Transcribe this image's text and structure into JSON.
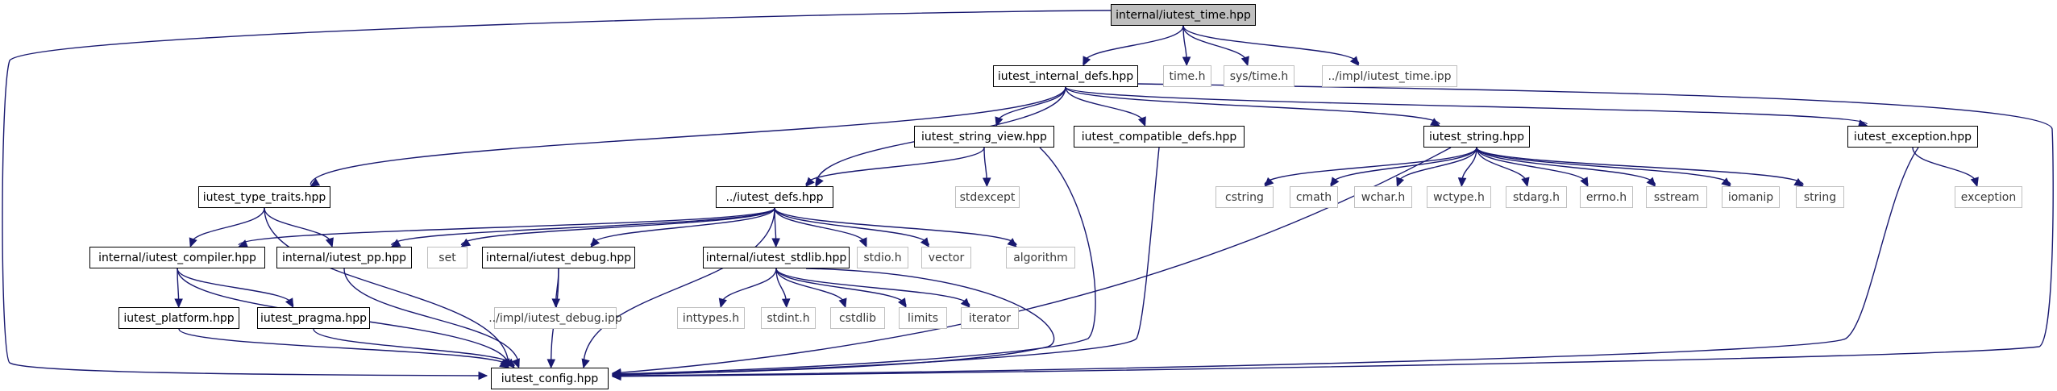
{
  "graph": {
    "title": "",
    "edge_color": "#191970",
    "root_fill": "#bfbfbf",
    "nodes": [
      {
        "id": "root",
        "label": "internal/iutest_time.hpp",
        "kind": "root"
      },
      {
        "id": "internal_defs",
        "label": "iutest_internal_defs.hpp",
        "kind": "local"
      },
      {
        "id": "time_h",
        "label": "time.h",
        "kind": "external"
      },
      {
        "id": "sys_time",
        "label": "sys/time.h",
        "kind": "external"
      },
      {
        "id": "impl_time",
        "label": "../impl/iutest_time.ipp",
        "kind": "external"
      },
      {
        "id": "string_view",
        "label": "iutest_string_view.hpp",
        "kind": "local"
      },
      {
        "id": "compatible_defs",
        "label": "iutest_compatible_defs.hpp",
        "kind": "local"
      },
      {
        "id": "string_hpp",
        "label": "iutest_string.hpp",
        "kind": "local"
      },
      {
        "id": "exception_hpp",
        "label": "iutest_exception.hpp",
        "kind": "local"
      },
      {
        "id": "type_traits",
        "label": "iutest_type_traits.hpp",
        "kind": "local"
      },
      {
        "id": "defs",
        "label": "../iutest_defs.hpp",
        "kind": "local"
      },
      {
        "id": "stdexcept",
        "label": "stdexcept",
        "kind": "external"
      },
      {
        "id": "cstring",
        "label": "cstring",
        "kind": "external"
      },
      {
        "id": "cmath",
        "label": "cmath",
        "kind": "external"
      },
      {
        "id": "wchar_h",
        "label": "wchar.h",
        "kind": "external"
      },
      {
        "id": "wctype_h",
        "label": "wctype.h",
        "kind": "external"
      },
      {
        "id": "stdarg_h",
        "label": "stdarg.h",
        "kind": "external"
      },
      {
        "id": "errno_h",
        "label": "errno.h",
        "kind": "external"
      },
      {
        "id": "sstream",
        "label": "sstream",
        "kind": "external"
      },
      {
        "id": "iomanip",
        "label": "iomanip",
        "kind": "external"
      },
      {
        "id": "string_std",
        "label": "string",
        "kind": "external"
      },
      {
        "id": "exception_std",
        "label": "exception",
        "kind": "external"
      },
      {
        "id": "compiler",
        "label": "internal/iutest_compiler.hpp",
        "kind": "local"
      },
      {
        "id": "pp",
        "label": "internal/iutest_pp.hpp",
        "kind": "local"
      },
      {
        "id": "set",
        "label": "set",
        "kind": "external"
      },
      {
        "id": "debug",
        "label": "internal/iutest_debug.hpp",
        "kind": "local"
      },
      {
        "id": "stdlib_hpp",
        "label": "internal/iutest_stdlib.hpp",
        "kind": "local"
      },
      {
        "id": "stdio_h",
        "label": "stdio.h",
        "kind": "external"
      },
      {
        "id": "vector",
        "label": "vector",
        "kind": "external"
      },
      {
        "id": "algorithm",
        "label": "algorithm",
        "kind": "external"
      },
      {
        "id": "platform",
        "label": "iutest_platform.hpp",
        "kind": "local"
      },
      {
        "id": "pragma",
        "label": "iutest_pragma.hpp",
        "kind": "local"
      },
      {
        "id": "impl_debug",
        "label": "../impl/iutest_debug.ipp",
        "kind": "external"
      },
      {
        "id": "inttypes_h",
        "label": "inttypes.h",
        "kind": "external"
      },
      {
        "id": "stdint_h",
        "label": "stdint.h",
        "kind": "external"
      },
      {
        "id": "cstdlib",
        "label": "cstdlib",
        "kind": "external"
      },
      {
        "id": "limits",
        "label": "limits",
        "kind": "external"
      },
      {
        "id": "iterator",
        "label": "iterator",
        "kind": "external"
      },
      {
        "id": "config",
        "label": "iutest_config.hpp",
        "kind": "local"
      }
    ],
    "edges": [
      [
        "root",
        "internal_defs"
      ],
      [
        "root",
        "time_h"
      ],
      [
        "root",
        "sys_time"
      ],
      [
        "root",
        "impl_time"
      ],
      [
        "root",
        "config"
      ],
      [
        "internal_defs",
        "type_traits"
      ],
      [
        "internal_defs",
        "defs"
      ],
      [
        "internal_defs",
        "string_view"
      ],
      [
        "internal_defs",
        "compatible_defs"
      ],
      [
        "internal_defs",
        "string_hpp"
      ],
      [
        "internal_defs",
        "exception_hpp"
      ],
      [
        "internal_defs",
        "config"
      ],
      [
        "string_view",
        "defs"
      ],
      [
        "string_view",
        "stdexcept"
      ],
      [
        "string_view",
        "config"
      ],
      [
        "compatible_defs",
        "config"
      ],
      [
        "string_hpp",
        "cstring"
      ],
      [
        "string_hpp",
        "cmath"
      ],
      [
        "string_hpp",
        "wchar_h"
      ],
      [
        "string_hpp",
        "wctype_h"
      ],
      [
        "string_hpp",
        "stdarg_h"
      ],
      [
        "string_hpp",
        "errno_h"
      ],
      [
        "string_hpp",
        "sstream"
      ],
      [
        "string_hpp",
        "iomanip"
      ],
      [
        "string_hpp",
        "string_std"
      ],
      [
        "string_hpp",
        "config"
      ],
      [
        "exception_hpp",
        "exception_std"
      ],
      [
        "exception_hpp",
        "config"
      ],
      [
        "type_traits",
        "compiler"
      ],
      [
        "type_traits",
        "pp"
      ],
      [
        "type_traits",
        "config"
      ],
      [
        "defs",
        "compiler"
      ],
      [
        "defs",
        "pp"
      ],
      [
        "defs",
        "set"
      ],
      [
        "defs",
        "debug"
      ],
      [
        "defs",
        "stdlib_hpp"
      ],
      [
        "defs",
        "stdio_h"
      ],
      [
        "defs",
        "vector"
      ],
      [
        "defs",
        "algorithm"
      ],
      [
        "defs",
        "config"
      ],
      [
        "compiler",
        "platform"
      ],
      [
        "compiler",
        "pragma"
      ],
      [
        "compiler",
        "config"
      ],
      [
        "pp",
        "config"
      ],
      [
        "debug",
        "impl_debug"
      ],
      [
        "debug",
        "config"
      ],
      [
        "stdlib_hpp",
        "inttypes_h"
      ],
      [
        "stdlib_hpp",
        "stdint_h"
      ],
      [
        "stdlib_hpp",
        "cstdlib"
      ],
      [
        "stdlib_hpp",
        "limits"
      ],
      [
        "stdlib_hpp",
        "iterator"
      ],
      [
        "stdlib_hpp",
        "config"
      ],
      [
        "platform",
        "config"
      ],
      [
        "pragma",
        "config"
      ]
    ]
  }
}
